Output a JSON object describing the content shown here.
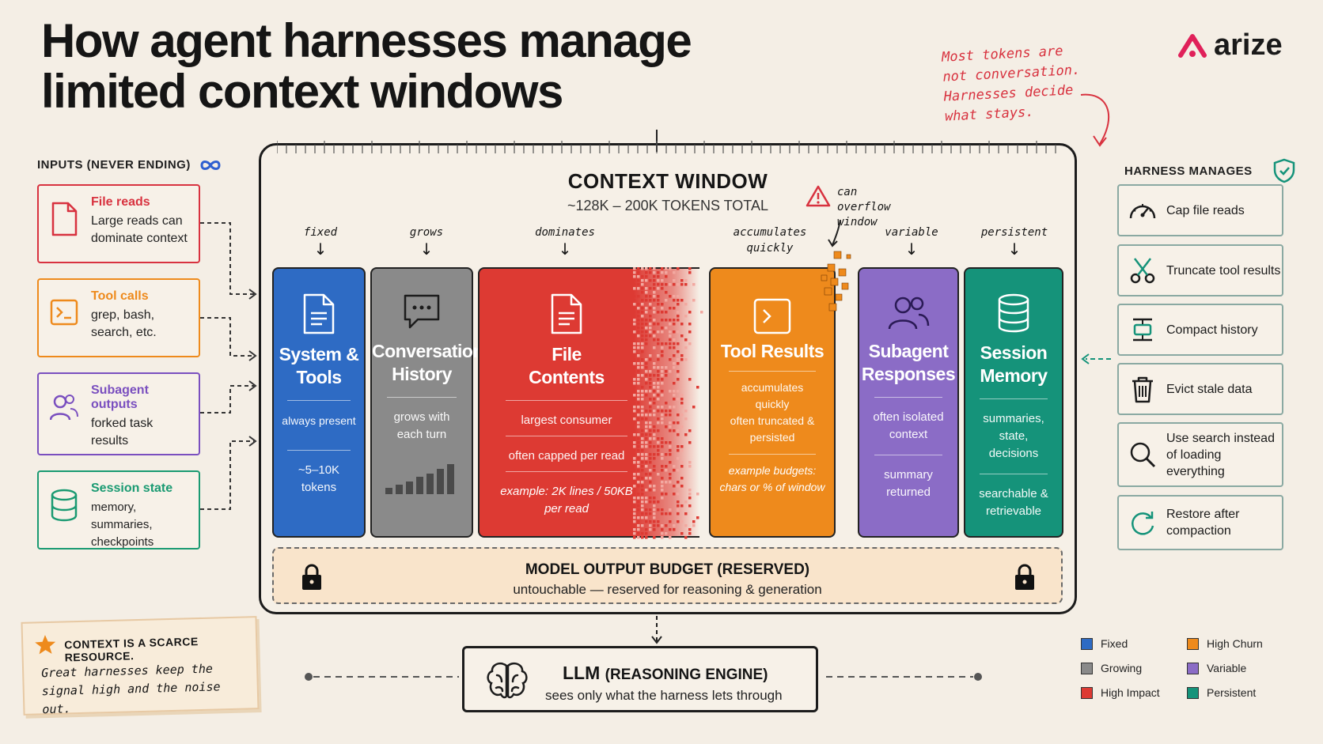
{
  "title_line1": "How agent harnesses manage",
  "title_line2": "limited context windows",
  "brand": "arize",
  "note": "Most tokens are not conversation. Harnesses decide what stays.",
  "inputs": {
    "heading": "INPUTS (NEVER ENDING)",
    "items": [
      {
        "title": "File reads",
        "desc": "Large reads can dominate context",
        "color": "#d8323f",
        "icon": "file-icon"
      },
      {
        "title": "Tool calls",
        "desc": "grep, bash, search, etc.",
        "color": "#ee8a1c",
        "icon": "terminal-icon"
      },
      {
        "title": "Subagent outputs",
        "desc": "forked task results",
        "color": "#7a4fbf",
        "icon": "users-icon"
      },
      {
        "title": "Session state",
        "desc": "memory, summaries, checkpoints",
        "color": "#1a9a72",
        "icon": "database-icon"
      }
    ]
  },
  "context_window": {
    "title": "CONTEXT WINDOW",
    "subtitle": "~128K – 200K TOKENS TOTAL",
    "overflow_note": "can overflow window",
    "columns": [
      {
        "label": "fixed",
        "name": "System & Tools",
        "desc1": "always present",
        "desc2": "~5–10K tokens",
        "color": "#2e6bc4",
        "icon": "document-icon"
      },
      {
        "label": "grows",
        "name": "Conversation History",
        "desc1": "grows with each turn",
        "desc2": "",
        "color": "#8a8a8a",
        "icon": "chat-icon"
      },
      {
        "label": "dominates",
        "name": "File Contents",
        "desc1": "largest consumer",
        "desc2": "often capped per read",
        "example": "example: 2K lines / 50KB per read",
        "color": "#dd3a33",
        "icon": "file-icon"
      },
      {
        "label": "accumulates quickly",
        "name": "Tool Results",
        "desc1": "accumulates quickly",
        "desc2": "often truncated & persisted",
        "example": "example budgets: chars or % of window",
        "color": "#ee8a1c",
        "icon": "terminal-icon"
      },
      {
        "label": "variable",
        "name": "Subagent Responses",
        "desc1": "often isolated context",
        "desc2": "summary returned",
        "color": "#8b6cc6",
        "icon": "users-icon"
      },
      {
        "label": "persistent",
        "name": "Session Memory",
        "desc1": "summaries, state, decisions",
        "desc2": "searchable & retrievable",
        "color": "#15937a",
        "icon": "database-icon"
      }
    ],
    "budget_title": "MODEL OUTPUT BUDGET (RESERVED)",
    "budget_sub": "untouchable — reserved for reasoning & generation"
  },
  "llm": {
    "title": "LLM",
    "title_paren": "(REASONING ENGINE)",
    "sub": "sees only what the harness lets through"
  },
  "scarce": {
    "title": "CONTEXT IS A SCARCE RESOURCE.",
    "body": "Great harnesses keep the signal high and the noise out."
  },
  "harness": {
    "heading": "HARNESS MANAGES",
    "items": [
      {
        "text": "Cap file reads",
        "icon": "gauge-icon"
      },
      {
        "text": "Truncate tool results",
        "icon": "scissors-icon"
      },
      {
        "text": "Compact history",
        "icon": "compress-icon"
      },
      {
        "text": "Evict stale data",
        "icon": "trash-icon"
      },
      {
        "text": "Use search instead of loading everything",
        "icon": "search-icon"
      },
      {
        "text": "Restore after compaction",
        "icon": "refresh-icon"
      }
    ]
  },
  "legend": [
    {
      "label": "Fixed",
      "color": "#2e6bc4"
    },
    {
      "label": "High Churn",
      "color": "#ee8a1c"
    },
    {
      "label": "Growing",
      "color": "#8a8a8a"
    },
    {
      "label": "Variable",
      "color": "#8b6cc6"
    },
    {
      "label": "High Impact",
      "color": "#dd3a33"
    },
    {
      "label": "Persistent",
      "color": "#15937a"
    }
  ]
}
